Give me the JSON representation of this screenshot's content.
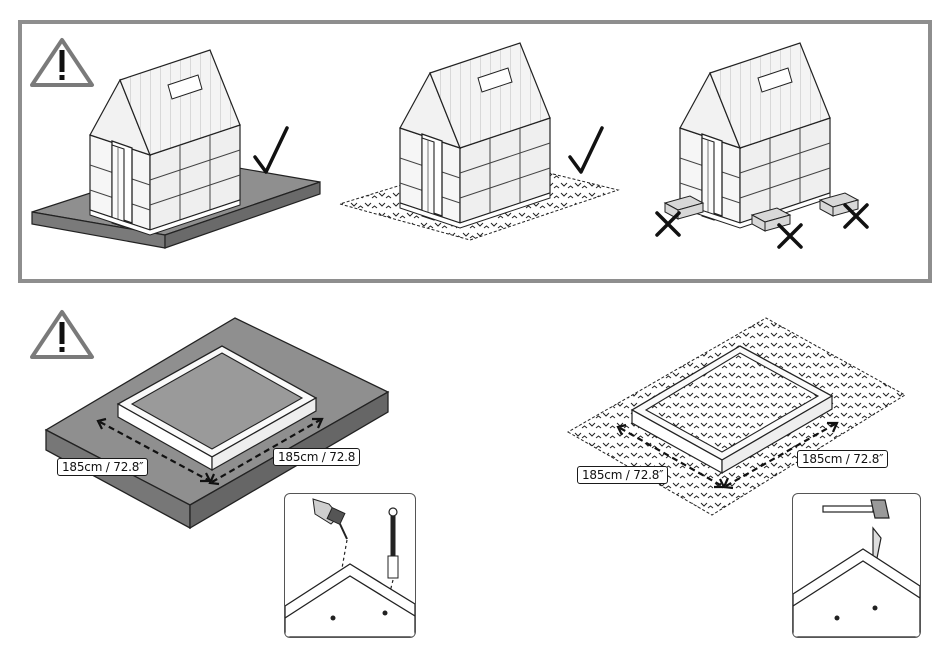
{
  "warning_icon": "warning-triangle-icon",
  "foundations": [
    {
      "name": "concrete-slab",
      "verdict": "correct",
      "icon": "checkmark-icon"
    },
    {
      "name": "gravel-ground",
      "verdict": "correct",
      "icon": "checkmark-icon"
    },
    {
      "name": "blocks-pads",
      "verdict": "incorrect",
      "icon": "cross-icon"
    }
  ],
  "dimensions": {
    "concrete_left": "185cm / 72.8″",
    "concrete_right": "185cm / 72.8",
    "gravel_left": "185cm / 72.8″",
    "gravel_right": "185cm / 72.8″"
  },
  "insets": {
    "concrete": {
      "tools": [
        "drill-icon",
        "anchor-screw-icon"
      ]
    },
    "gravel": {
      "tools": [
        "hammer-icon",
        "ground-stake-icon"
      ]
    }
  },
  "colors": {
    "frame": "#8e8e8e",
    "slab": "#8f8f8f",
    "line": "#1a1a1a"
  }
}
